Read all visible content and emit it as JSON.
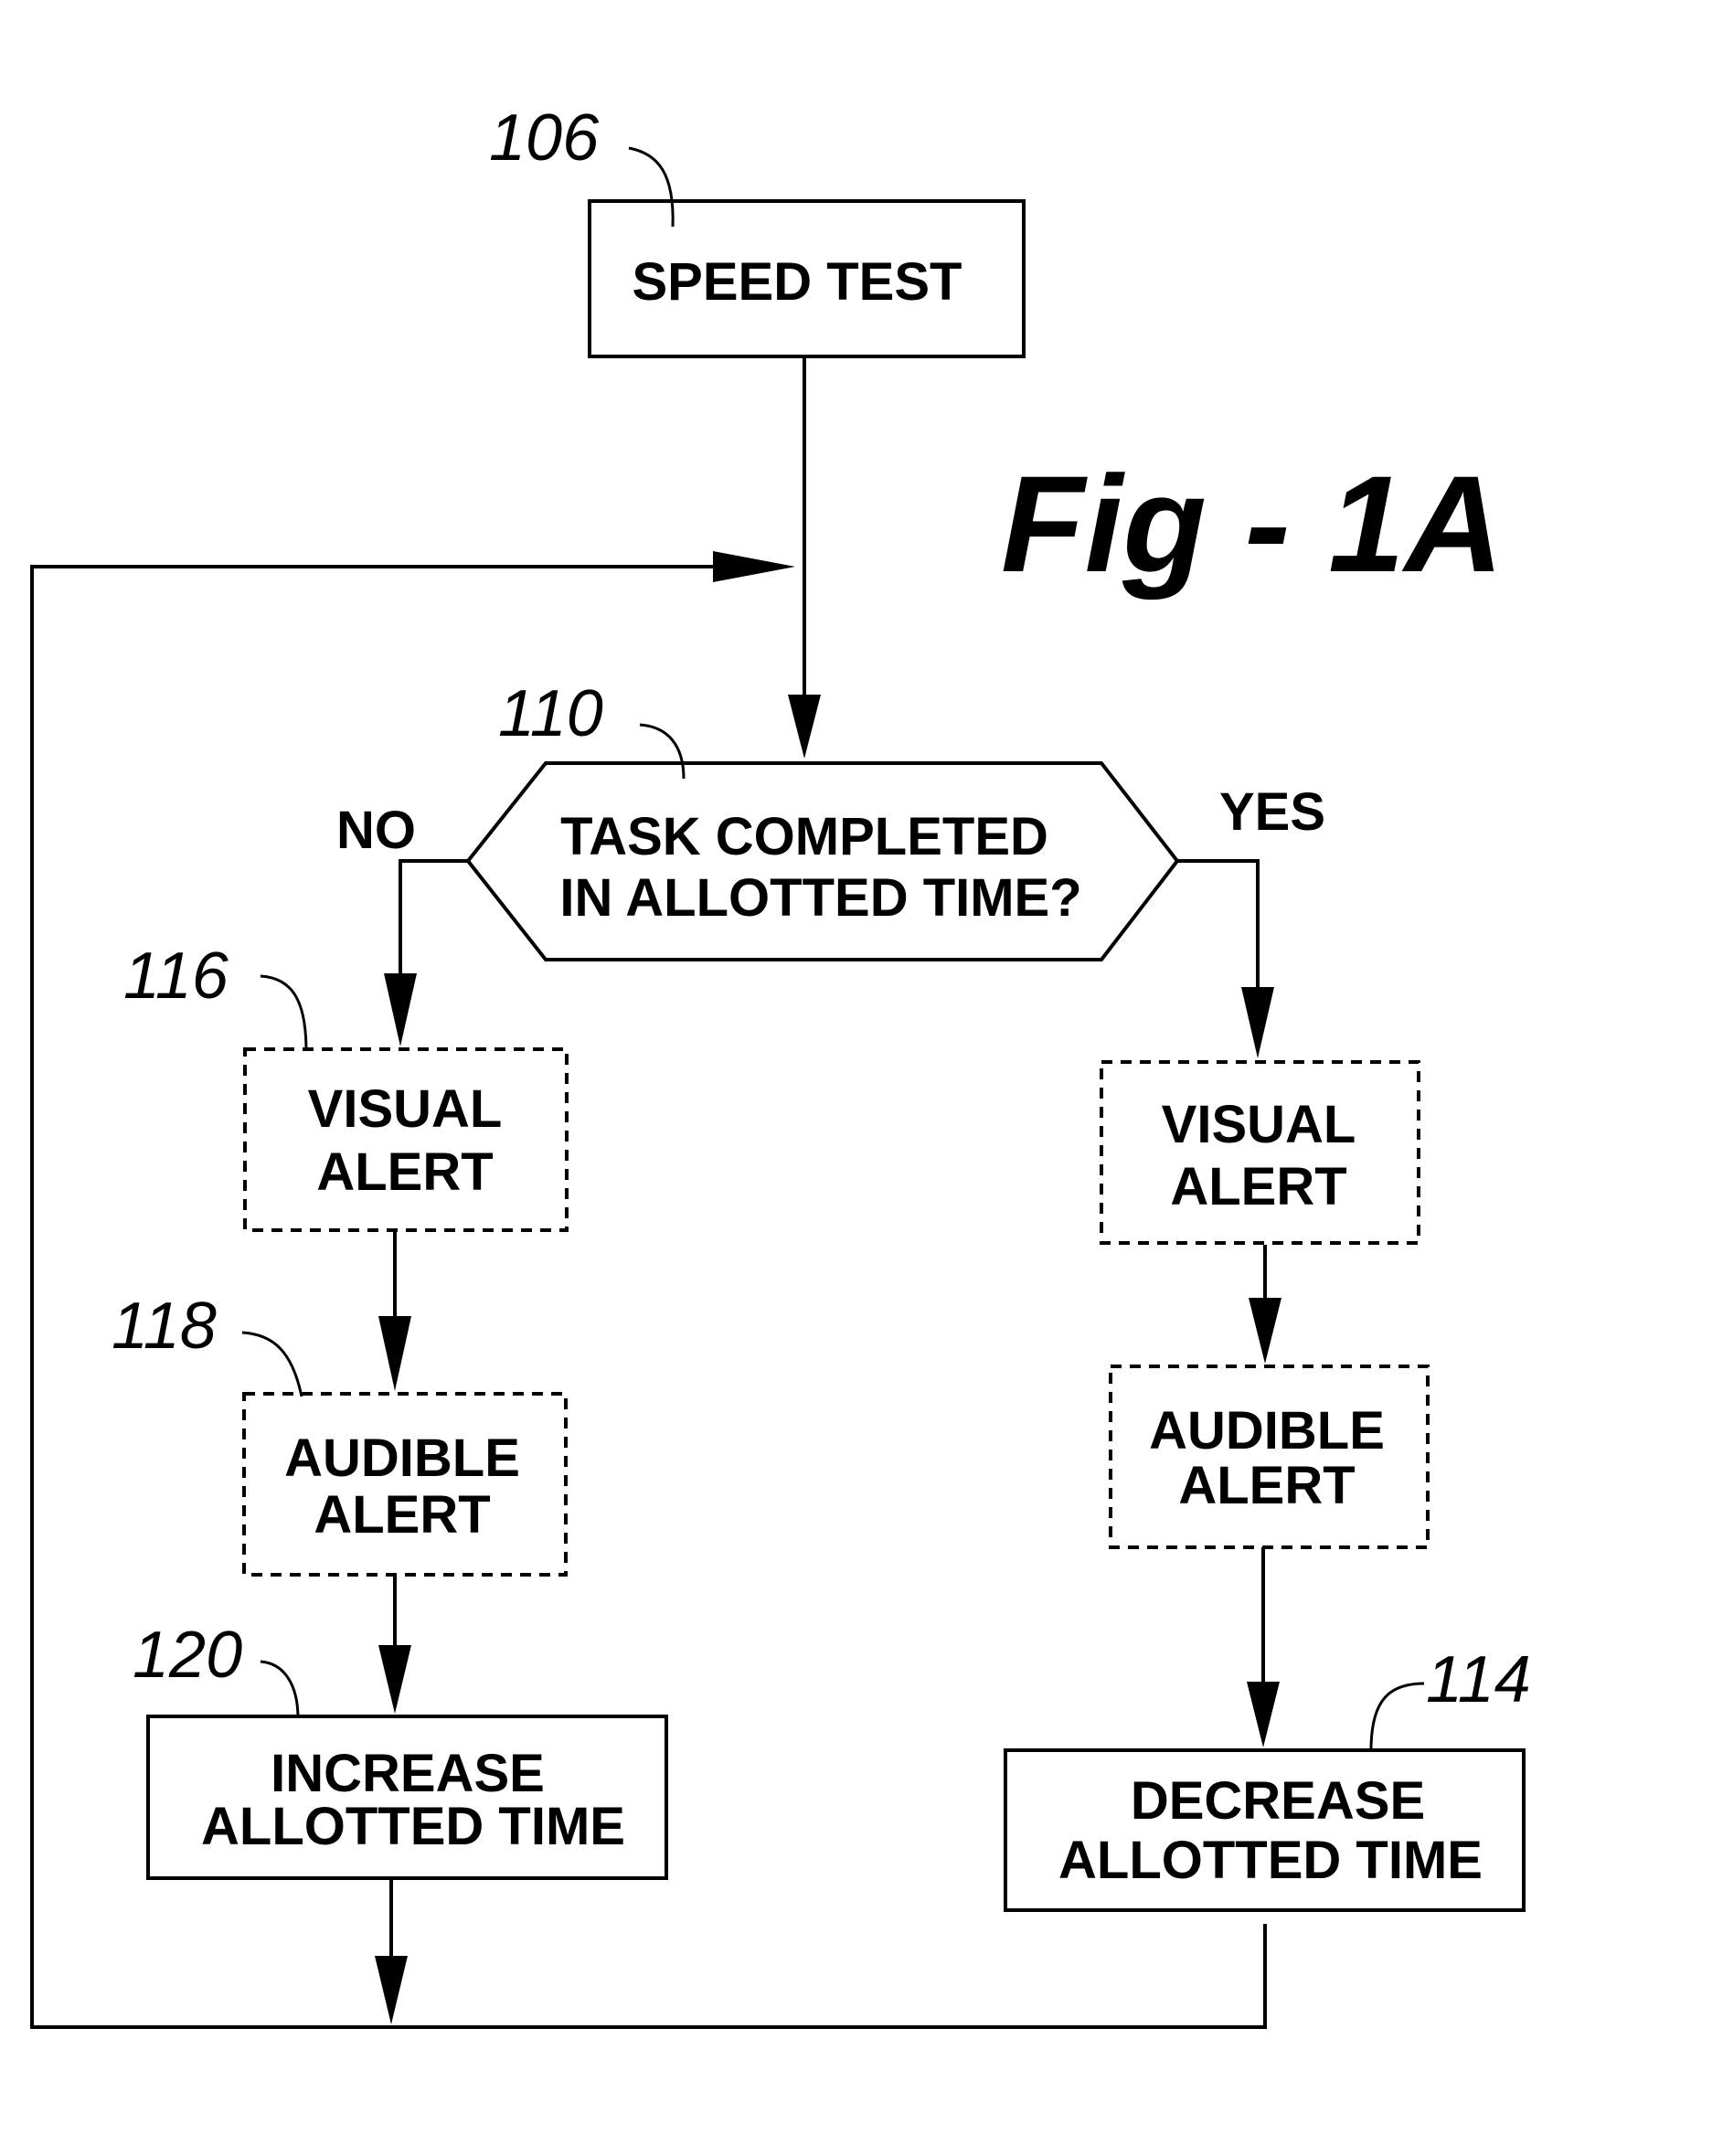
{
  "figure_label": "Fig - 1A",
  "branches": {
    "no": "NO",
    "yes": "YES"
  },
  "nodes": {
    "speed_test": {
      "ref": "106",
      "lines": [
        "SPEED TEST"
      ]
    },
    "decision": {
      "ref": "110",
      "lines": [
        "TASK COMPLETED",
        "IN ALLOTTED TIME?"
      ]
    },
    "visual_alert_no": {
      "ref": "116",
      "lines": [
        "VISUAL",
        "ALERT"
      ]
    },
    "audible_alert_no": {
      "ref": "118",
      "lines": [
        "AUDIBLE",
        "ALERT"
      ]
    },
    "increase_time": {
      "ref": "120",
      "lines": [
        "INCREASE",
        "ALLOTTED TIME"
      ]
    },
    "visual_alert_yes": {
      "lines": [
        "VISUAL",
        "ALERT"
      ]
    },
    "audible_alert_yes": {
      "lines": [
        "AUDIBLE",
        "ALERT"
      ]
    },
    "decrease_time": {
      "ref": "114",
      "lines": [
        "DECREASE",
        "ALLOTTED TIME"
      ]
    }
  }
}
